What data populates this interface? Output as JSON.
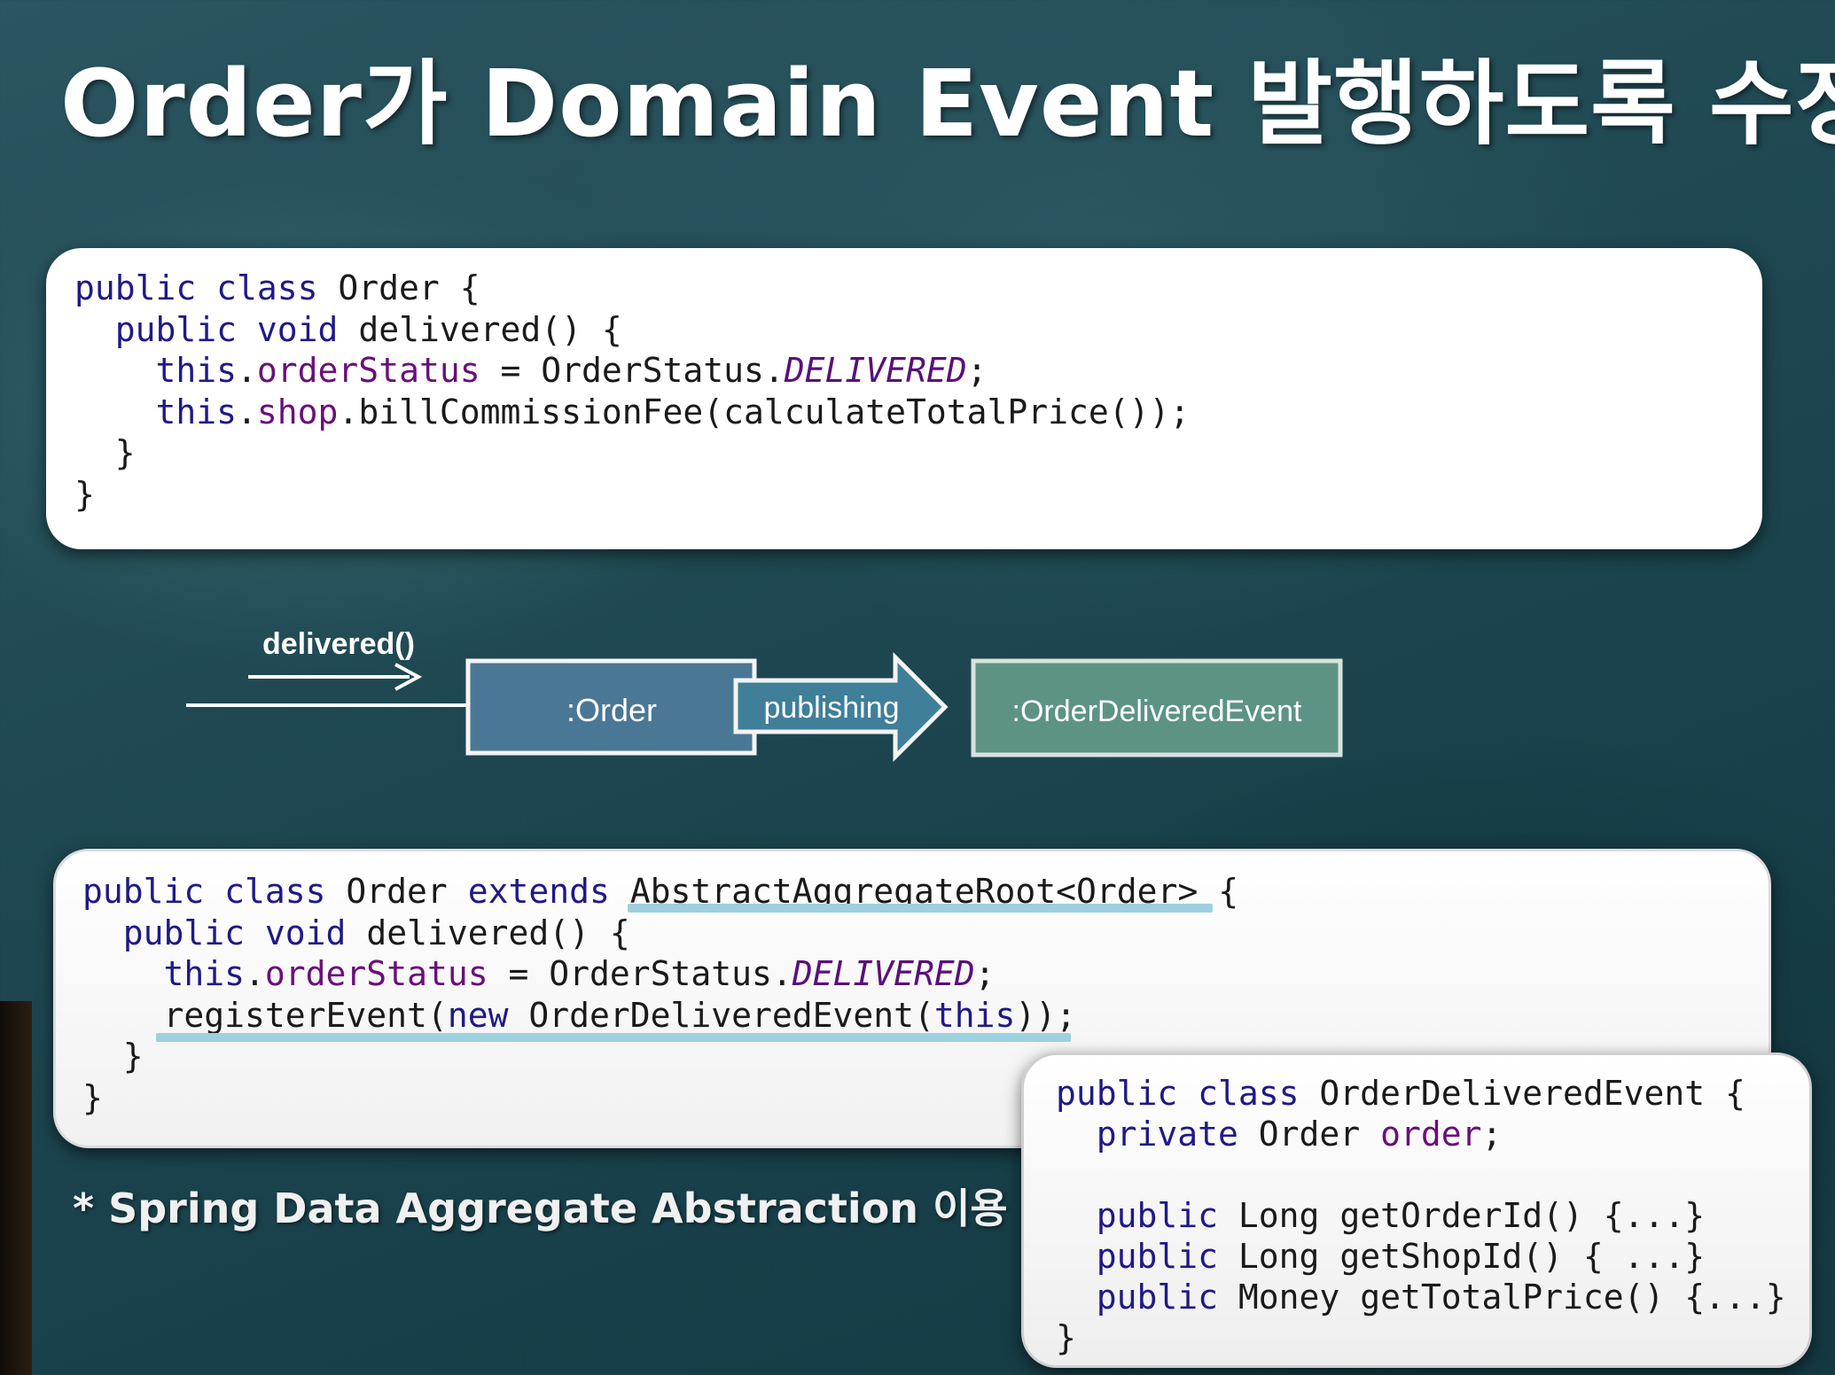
{
  "title": "Order가 Domain Event 발행하도록 수정",
  "code_before": {
    "lines": [
      [
        {
          "t": "public class",
          "k": "kw"
        },
        {
          "t": " Order {"
        }
      ],
      [
        {
          "t": "  "
        },
        {
          "t": "public void",
          "k": "kw"
        },
        {
          "t": " delivered() {"
        }
      ],
      [
        {
          "t": "    "
        },
        {
          "t": "this",
          "k": "kw"
        },
        {
          "t": "."
        },
        {
          "t": "orderStatus",
          "k": "fld"
        },
        {
          "t": " = OrderStatus."
        },
        {
          "t": "DELIVERED",
          "k": "cst"
        },
        {
          "t": ";"
        }
      ],
      [
        {
          "t": "    "
        },
        {
          "t": "this",
          "k": "kw"
        },
        {
          "t": "."
        },
        {
          "t": "shop",
          "k": "fld"
        },
        {
          "t": ".billCommissionFee(calculateTotalPrice());"
        }
      ],
      [
        {
          "t": "  }"
        }
      ],
      [
        {
          "t": "}"
        }
      ]
    ]
  },
  "diagram": {
    "message_label": "delivered()",
    "source_object": ":Order",
    "arrow_label": "publishing",
    "target_object": ":OrderDeliveredEvent",
    "colors": {
      "source_fill": "#4a7796",
      "arrow_fill": "#3f7f9a",
      "target_fill": "#5d9385",
      "border": "#f4f4f4"
    }
  },
  "code_after": {
    "lines": [
      [
        {
          "t": "public class",
          "k": "kw"
        },
        {
          "t": " Order "
        },
        {
          "t": "extends",
          "k": "kw"
        },
        {
          "t": " AbstractAggregateRoot<Order> {"
        }
      ],
      [
        {
          "t": "  "
        },
        {
          "t": "public void",
          "k": "kw"
        },
        {
          "t": " delivered() {"
        }
      ],
      [
        {
          "t": "    "
        },
        {
          "t": "this",
          "k": "kw"
        },
        {
          "t": "."
        },
        {
          "t": "orderStatus",
          "k": "fld"
        },
        {
          "t": " = OrderStatus."
        },
        {
          "t": "DELIVERED",
          "k": "cst"
        },
        {
          "t": ";"
        }
      ],
      [
        {
          "t": "    registerEvent("
        },
        {
          "t": "new",
          "k": "kw"
        },
        {
          "t": " OrderDeliveredEvent("
        },
        {
          "t": "this",
          "k": "kw"
        },
        {
          "t": "));"
        }
      ],
      [
        {
          "t": "  }"
        }
      ],
      [
        {
          "t": "}"
        }
      ]
    ],
    "highlight_color": "#9ed0e0"
  },
  "code_event": {
    "lines": [
      [
        {
          "t": "public class",
          "k": "kw"
        },
        {
          "t": " OrderDeliveredEvent {"
        }
      ],
      [
        {
          "t": "  "
        },
        {
          "t": "private",
          "k": "kw"
        },
        {
          "t": " Order "
        },
        {
          "t": "order",
          "k": "fld"
        },
        {
          "t": ";"
        }
      ],
      [
        {
          "t": ""
        }
      ],
      [
        {
          "t": "  "
        },
        {
          "t": "public",
          "k": "kw"
        },
        {
          "t": " Long getOrderId() {...}"
        }
      ],
      [
        {
          "t": "  "
        },
        {
          "t": "public",
          "k": "kw"
        },
        {
          "t": " Long getShopId() { ...}"
        }
      ],
      [
        {
          "t": "  "
        },
        {
          "t": "public",
          "k": "kw"
        },
        {
          "t": " Money getTotalPrice() {...}"
        }
      ],
      [
        {
          "t": "}"
        }
      ]
    ]
  },
  "footnote": "* Spring Data Aggregate Abstraction 이용"
}
